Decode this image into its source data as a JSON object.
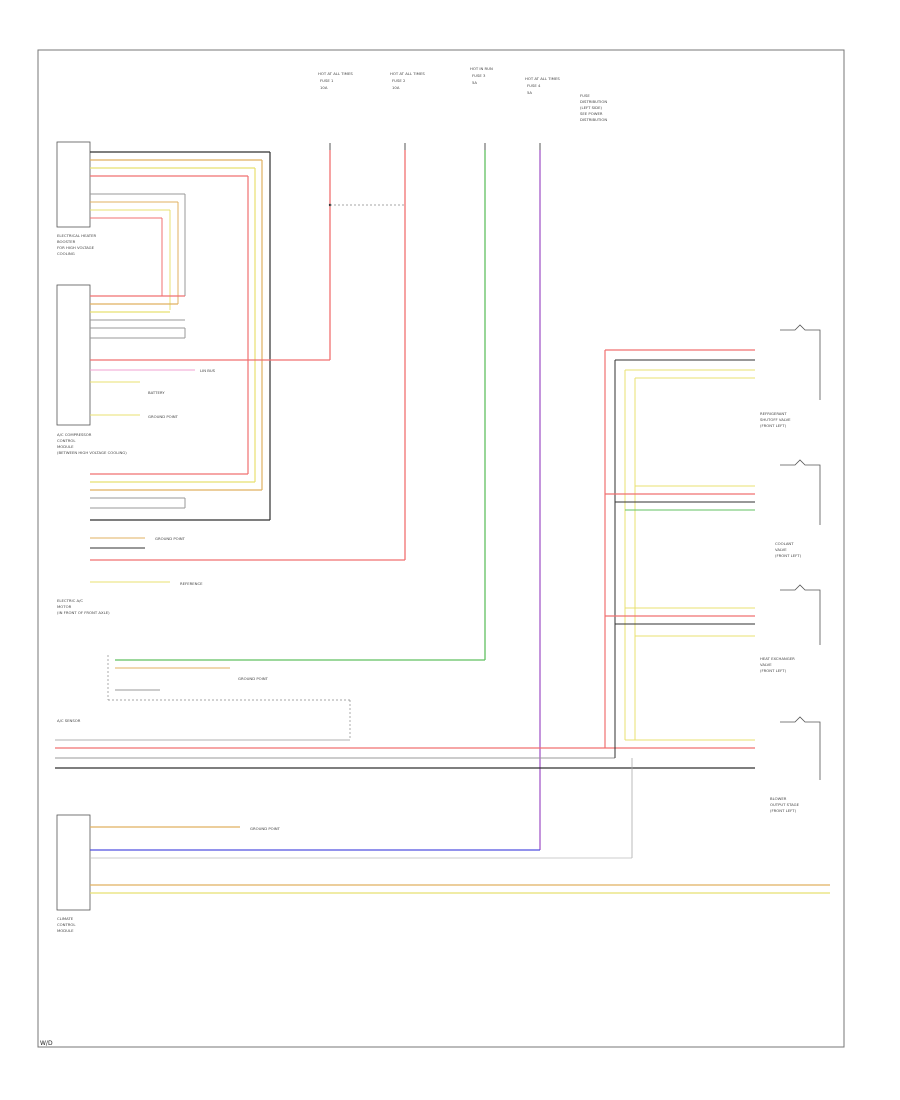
{
  "diagram": {
    "page_label": "W/D",
    "fuse_labels": {
      "f1": [
        "HOT AT ALL TIMES",
        "FUSE 1",
        "10A"
      ],
      "f2": [
        "HOT AT ALL TIMES",
        "FUSE 2",
        "10A"
      ],
      "f3": [
        "HOT IN RUN",
        "FUSE 3",
        "5A"
      ],
      "f4": [
        "HOT AT ALL TIMES",
        "FUSE 4",
        "5A"
      ],
      "f4note": [
        "FUSE",
        "DISTRIBUTION",
        "(LEFT SIDE)",
        "SEE POWER",
        "DISTRIBUTION"
      ]
    },
    "components": {
      "c1": [
        "ELECTRICAL HEATER",
        "BOOSTER",
        "FOR HIGH VOLTAGE",
        "COOLING"
      ],
      "c2": [
        "A/C COMPRESSOR",
        "CONTROL",
        "MODULE",
        "(BETWEEN HIGH VOLTAGE COOLING)"
      ],
      "c3": [
        "ELECTRIC A/C",
        "MOTOR",
        "(IN FRONT OF FRONT AXLE)"
      ],
      "c4": [
        "A/C SENSOR"
      ],
      "c5": [
        "CLIMATE",
        "CONTROL",
        "MODULE"
      ],
      "r1": [
        "REFRIGERANT",
        "SHUTOFF VALVE",
        "(FRONT LEFT)"
      ],
      "r2": [
        "COOLANT",
        "VALVE",
        "(FRONT LEFT)"
      ],
      "r3": [
        "HEAT EXCHANGER",
        "VALVE",
        "(FRONT LEFT)"
      ],
      "r4": [
        "BLOWER",
        "OUTPUT STAGE",
        "(FRONT LEFT)"
      ]
    },
    "small_notes": {
      "n1": "REFERENCE",
      "n2": "BATTERY",
      "n3": "LIN BUS",
      "n4": "GROUND POINT"
    },
    "wire_colors": {
      "red": "#f07070",
      "yellow": "#e8e070",
      "orange": "#e0b060",
      "green": "#60c060",
      "purple": "#b070d0",
      "blue": "#5050e0",
      "black": "#303030",
      "gray": "#999999",
      "pink": "#f0a0d0"
    }
  }
}
